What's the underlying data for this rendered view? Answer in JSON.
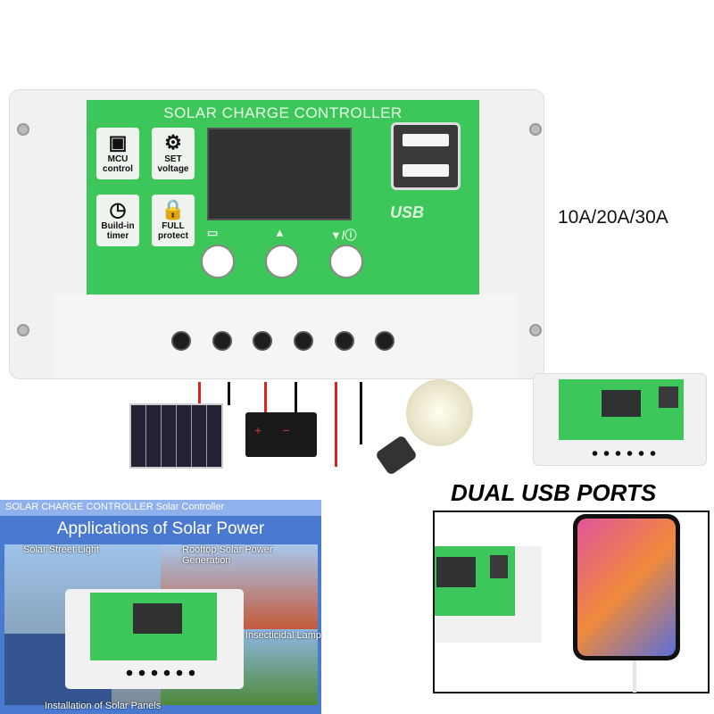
{
  "controller": {
    "title": "SOLAR CHARGE CONTROLLER",
    "features": [
      {
        "line1": "MCU",
        "line2": "control",
        "icon": "chip-icon"
      },
      {
        "line1": "SET",
        "line2": "voltage",
        "icon": "gear-icon"
      },
      {
        "line1": "Build-in",
        "line2": "timer",
        "icon": "clock-icon"
      },
      {
        "line1": "FULL",
        "line2": "protect",
        "icon": "lock-icon"
      }
    ],
    "usb_label": "USB",
    "button_icons": [
      "menu-icon",
      "up-plus-icon",
      "down-light-icon"
    ],
    "accent_color": "#3dc65a"
  },
  "ratings": "10A/20A/30A",
  "dual_usb": "DUAL USB PORTS",
  "applications": {
    "header": "SOLAR CHARGE CONTROLLER Solar Controller",
    "title": "Applications of Solar Power",
    "captions": [
      "Solar Street Light",
      "Rooftop Solar Power Generation",
      "Insecticidal Lamp",
      "Installation of Solar Panels"
    ]
  }
}
